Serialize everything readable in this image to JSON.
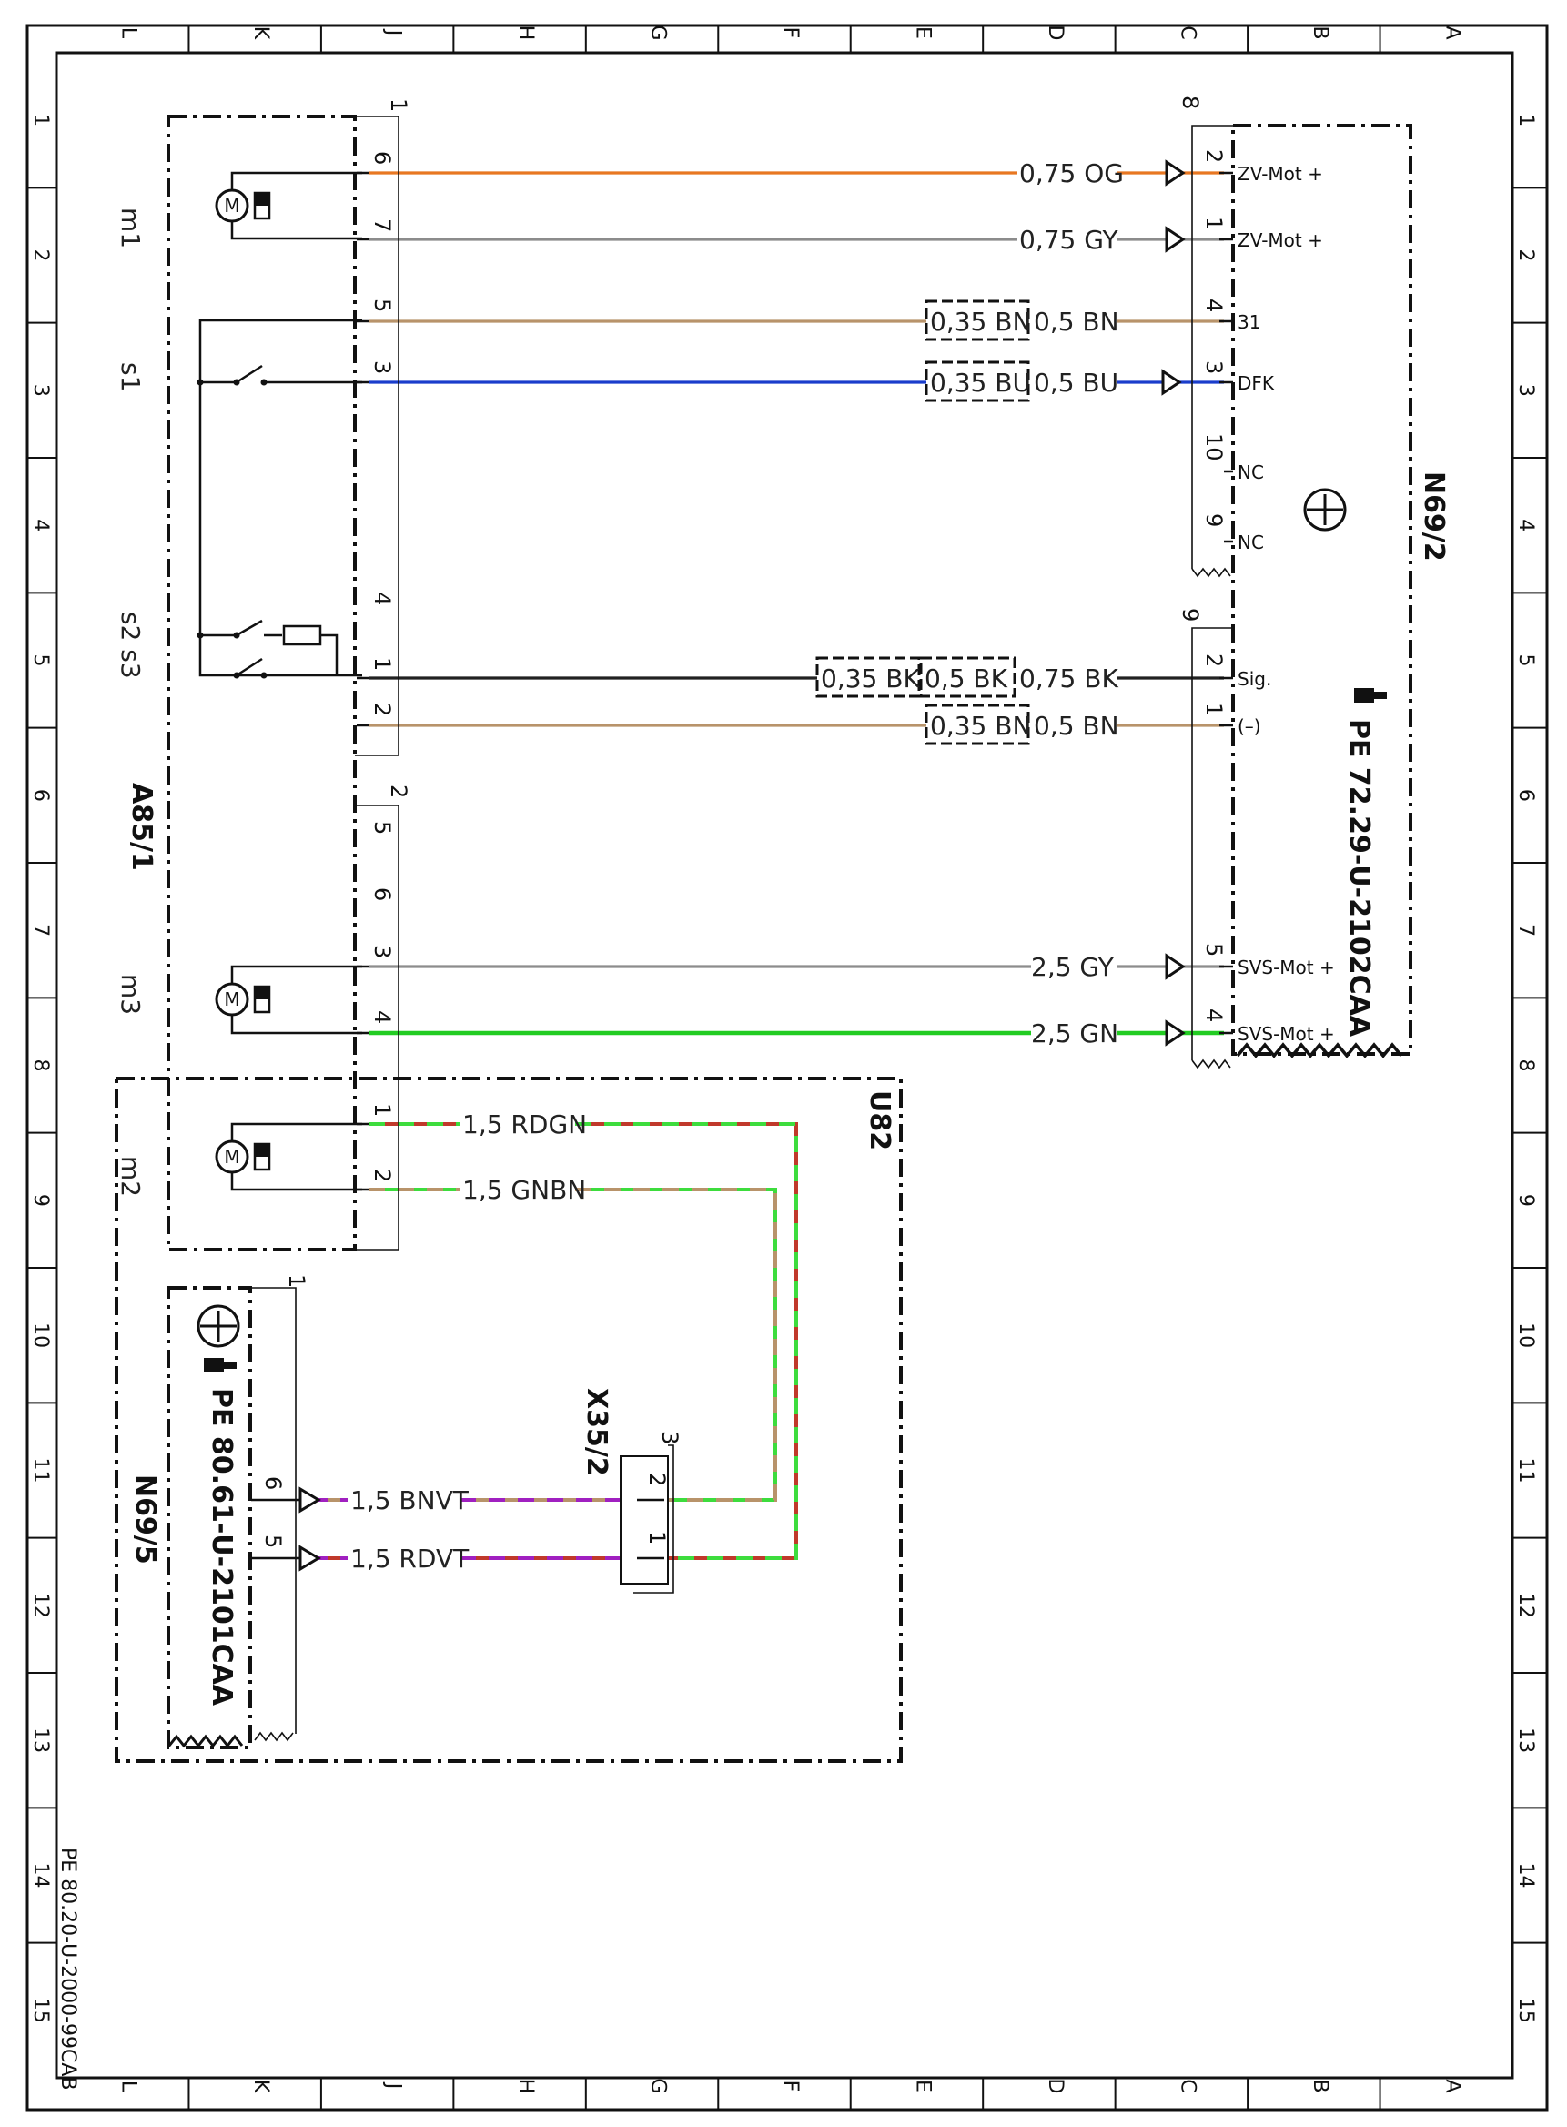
{
  "border": {
    "columns": [
      "L",
      "K",
      "J",
      "H",
      "G",
      "F",
      "E",
      "D",
      "C",
      "B",
      "A"
    ],
    "rows": [
      "1",
      "2",
      "3",
      "4",
      "5",
      "6",
      "7",
      "8",
      "9",
      "10",
      "11",
      "12",
      "13",
      "14",
      "15"
    ],
    "doc_id": "PE 80.20-U-2000-99CAB"
  },
  "components": {
    "a85": {
      "label": "A85/1",
      "connectors": [
        "1",
        "2"
      ],
      "parts": [
        "m1",
        "s1",
        "s2 s3",
        "m3",
        "m2"
      ],
      "motor_glyph": "M"
    },
    "n69_2": {
      "label": "N69/2",
      "ref": "PE 72.29-U-2102CAA",
      "connectors": [
        "8",
        "9"
      ]
    },
    "n69_5": {
      "label": "N69/5",
      "ref": "PE 80.61-U-2101CAA",
      "connector": "1"
    },
    "u82": {
      "label": "U82"
    },
    "x35": {
      "label": "X35/2",
      "connector": "3"
    }
  },
  "pins": {
    "a1": [
      "6",
      "7",
      "5",
      "3",
      "4",
      "1",
      "2"
    ],
    "a2": [
      "5",
      "6",
      "3",
      "4",
      "1",
      "2"
    ],
    "n8": [
      "2",
      "1",
      "4",
      "3",
      "10",
      "9"
    ],
    "n8_func": [
      "ZV-Mot +",
      "ZV-Mot +",
      "31",
      "DFK",
      "NC",
      "NC"
    ],
    "n9": [
      "2",
      "1",
      "5",
      "4"
    ],
    "n9_func": [
      "Sig.",
      "(–)",
      "SVS-Mot +",
      "SVS-Mot +"
    ],
    "n5": [
      "6",
      "5"
    ],
    "x35": [
      "2",
      "1"
    ]
  },
  "wires": [
    {
      "label": "0,75 OG",
      "color": "#E87722"
    },
    {
      "label": "0,75 GY",
      "color": "#8C8C8C"
    },
    {
      "label": "0,5 BN",
      "overlay": "0,35 BN",
      "color": "#B8936A"
    },
    {
      "label": "0,5 BU",
      "overlay": "0,35 BU",
      "color": "#1A3DCC"
    },
    {
      "label": "0,75 BK",
      "overlay": "0,35 BK",
      "overlay2": "0,5 BK",
      "color": "#222222"
    },
    {
      "label": "0,5 BN",
      "overlay": "0,35 BN",
      "color": "#B8936A"
    },
    {
      "label": "2,5 GY",
      "color": "#8C8C8C"
    },
    {
      "label": "2,5 GN",
      "color": "#22CC22"
    },
    {
      "label": "1,5 RDGN",
      "color": "#C0392B",
      "color2": "#3DDC3D"
    },
    {
      "label": "1,5 GNBN",
      "color": "#3DDC3D",
      "color2": "#B8936A"
    },
    {
      "label": "1,5 BNVT",
      "color": "#B8936A",
      "color2": "#A020C0"
    },
    {
      "label": "1,5 RDVT",
      "color": "#C0392B",
      "color2": "#A020C0"
    }
  ]
}
